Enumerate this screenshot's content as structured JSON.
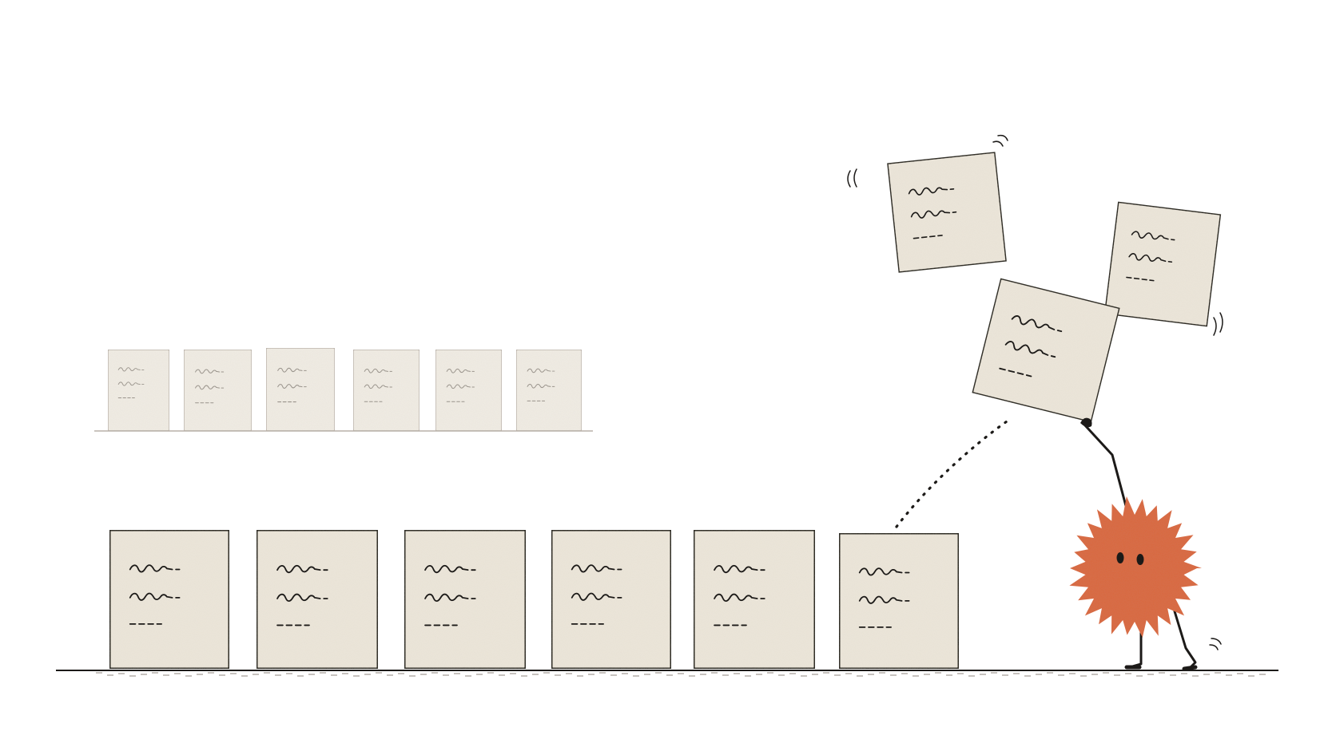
{
  "colors": {
    "background": "#ffffff",
    "paper": "#ece6da",
    "paper_faded": "#f0ece4",
    "ink": "#1c1a18",
    "faded_ink": "#9a948c",
    "creature": "#d9673e",
    "creature_shadow": "#c4552f",
    "ground_hatch": "#8c857c"
  },
  "scene": {
    "background_row_count": 6,
    "foreground_row_count": 6,
    "tossed_card_count": 3
  },
  "icons": {
    "card": "document-card-icon",
    "creature": "fuzzy-orange-creature-icon"
  }
}
